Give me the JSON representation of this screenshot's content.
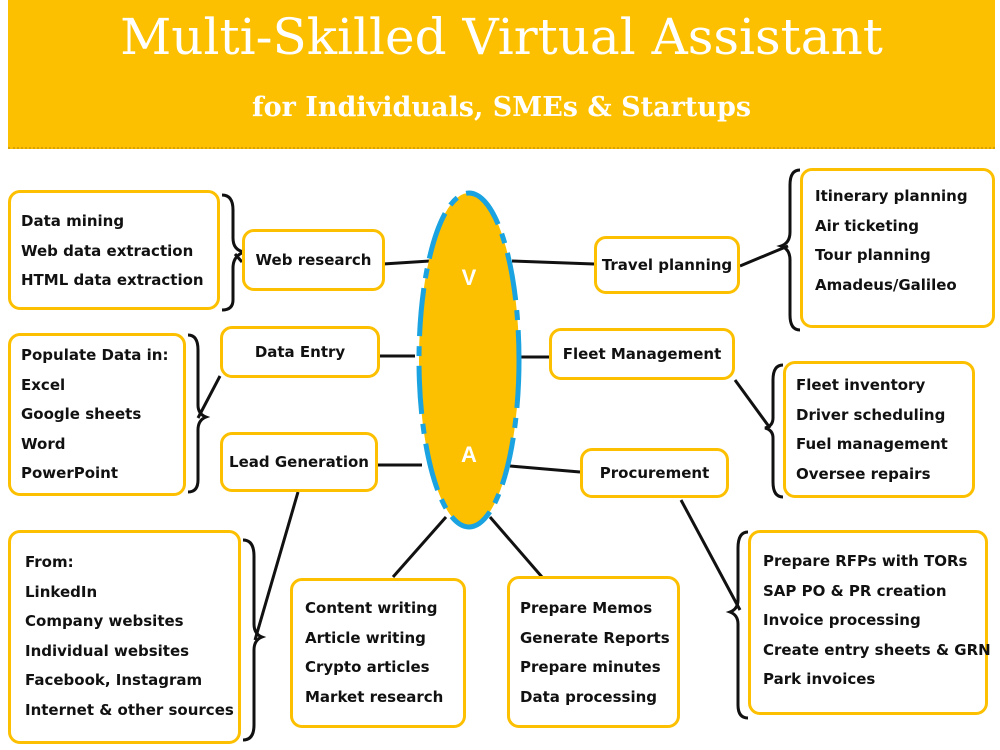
{
  "header": {
    "title": "Multi-Skilled Virtual Assistant",
    "subtitle": "for Individuals, SMEs & Startups"
  },
  "center": {
    "top_letter": "V",
    "bottom_letter": "A"
  },
  "nodes": {
    "web_research": "Web research",
    "data_entry": "Data Entry",
    "lead_generation": "Lead Generation",
    "travel_planning": "Travel planning",
    "fleet_management": "Fleet Management",
    "procurement": "Procurement"
  },
  "lists": {
    "web_research": [
      "Data mining",
      "Web data extraction",
      "HTML data extraction"
    ],
    "data_entry": [
      "Populate Data in:",
      "Excel",
      "Google sheets",
      "Word",
      "PowerPoint"
    ],
    "lead_generation": [
      "From:",
      "LinkedIn",
      "Company websites",
      "Individual websites",
      "Facebook, Instagram",
      "Internet & other sources"
    ],
    "writing": [
      "Content writing",
      "Article writing",
      "Crypto articles",
      "Market research"
    ],
    "admin": [
      "Prepare Memos",
      "Generate Reports",
      "Prepare minutes",
      "Data processing"
    ],
    "travel": [
      "Itinerary planning",
      "Air ticketing",
      "Tour planning",
      "Amadeus/Galileo"
    ],
    "fleet": [
      "Fleet inventory",
      "Driver scheduling",
      "Fuel management",
      "Oversee repairs"
    ],
    "procurement": [
      "Prepare RFPs with TORs",
      "SAP PO & PR creation",
      "Invoice processing",
      "Create entry sheets & GRN",
      "Park invoices"
    ]
  },
  "colors": {
    "accent": "#fcc000",
    "dash": "#1aa3e0",
    "line": "#111111"
  }
}
